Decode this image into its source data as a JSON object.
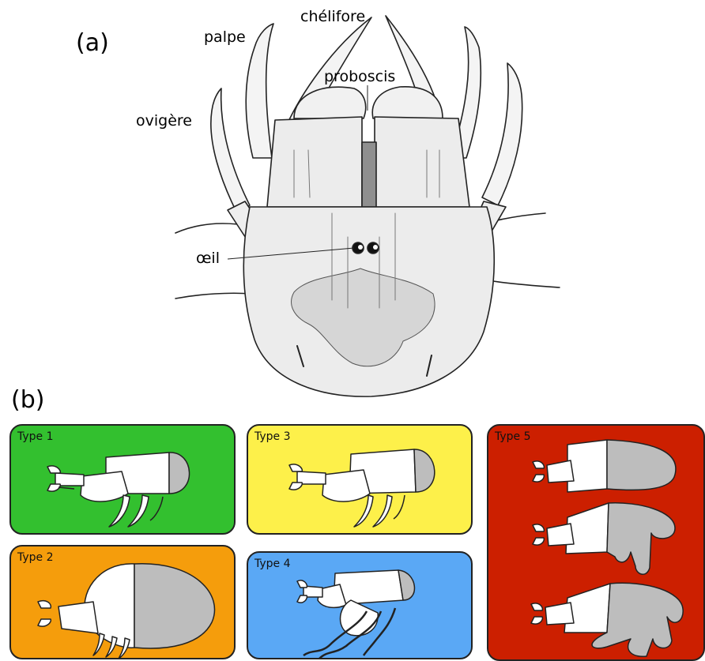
{
  "panel_a": {
    "letter": "(a)",
    "labels": {
      "chelifore": "chélifore",
      "palpe": "palpe",
      "proboscis": "proboscis",
      "ovigere": "ovigère",
      "oeil": "œil"
    }
  },
  "panel_b": {
    "letter": "(b)",
    "types": [
      {
        "label": "Type 1",
        "color": "#33c02f"
      },
      {
        "label": "Type 2",
        "color": "#f59d0c"
      },
      {
        "label": "Type 3",
        "color": "#fdf04a"
      },
      {
        "label": "Type 4",
        "color": "#5aa8f5"
      },
      {
        "label": "Type 5",
        "color": "#cc1f00"
      }
    ]
  },
  "colors": {
    "body_fill": "#ececec",
    "line": "#222222",
    "gray_fill": "#bdbdbd"
  }
}
